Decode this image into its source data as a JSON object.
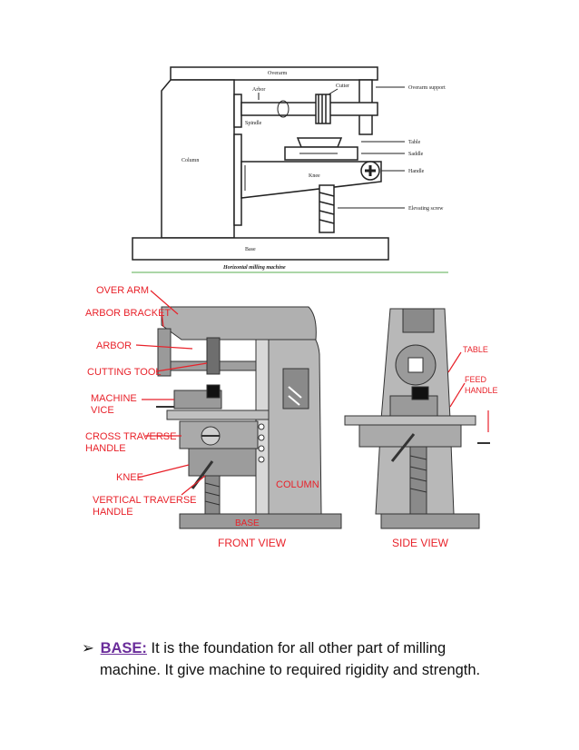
{
  "top_diagram": {
    "labels": {
      "overarm": "Overarm",
      "arbor": "Arbor",
      "cutter": "Cutter",
      "overarm_support": "Overarm support",
      "spindle": "Spindle",
      "column": "Column",
      "table": "Table",
      "saddle": "Saddle",
      "knee": "Knee",
      "handle": "Handle",
      "elevating_screw": "Elevating screw",
      "base": "Base"
    },
    "caption": "Horizontal milling machine"
  },
  "bottom_diagram": {
    "labels": {
      "over_arm": "OVER ARM",
      "arbor_bracket": "ARBOR BRACKET",
      "arbor": "ARBOR",
      "cutting_tool": "CUTTING TOOL",
      "machine_vice_1": "MACHINE",
      "machine_vice_2": "VICE",
      "cross_traverse_1": "CROSS TRAVERSE",
      "cross_traverse_2": "HANDLE",
      "knee": "KNEE",
      "vertical_traverse_1": "VERTICAL TRAVERSE",
      "vertical_traverse_2": "HANDLE",
      "column": "COLUMN",
      "base": "BASE",
      "table": "TABLE",
      "feed_handle_1": "FEED",
      "feed_handle_2": "HANDLE"
    },
    "views": {
      "front": "FRONT VIEW",
      "side": "SIDE VIEW"
    }
  },
  "paragraph": {
    "bullet": "➢",
    "term": "BASE:",
    "line1": " It is the foundation for all other part of milling",
    "line2": "machine. It give machine to required rigidity and strength."
  },
  "colors": {
    "label_red": "#e8222a",
    "term_purple": "#6a2c9a",
    "divider_green": "#8fc98a",
    "machine_gray": "#b8b8b8"
  }
}
